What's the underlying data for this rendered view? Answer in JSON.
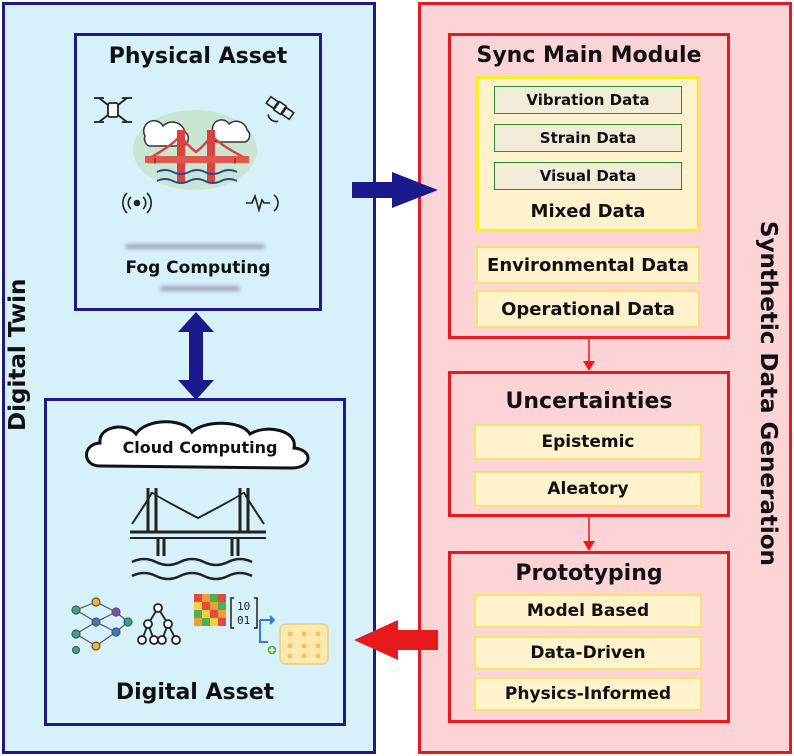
{
  "colors": {
    "blue": "#1a1a8c",
    "red": "#e8191c",
    "left_bg": "#d7f1fb",
    "right_bg": "#fcd4d8",
    "chip_bg": "#fff2cc",
    "green": "#2e8b2e"
  },
  "left": {
    "title": "Digital Twin",
    "physical": {
      "title": "Physical Asset",
      "fog": "Fog Computing",
      "icons": [
        "drone-icon",
        "satellite-icon",
        "signal-icon",
        "pulse-icon",
        "bridge-icon",
        "cloud-icon"
      ]
    },
    "digital": {
      "title": "Digital Asset",
      "cloud": "Cloud Computing",
      "icons": [
        "bridge-icon",
        "neural-network-icon",
        "tree-icon",
        "heatmap-icon",
        "binary-icon",
        "flow-icon",
        "grid-icon"
      ]
    }
  },
  "right": {
    "title": "Synthetic Data Generation",
    "sync": {
      "title": "Sync Main Module",
      "mixed": {
        "items": [
          "Vibration Data",
          "Strain Data",
          "Visual Data"
        ],
        "label": "Mixed Data"
      },
      "environmental": "Environmental Data",
      "operational": "Operational Data"
    },
    "uncertainties": {
      "title": "Uncertainties",
      "items": [
        "Epistemic",
        "Aleatory"
      ]
    },
    "prototyping": {
      "title": "Prototyping",
      "items": [
        "Model Based",
        "Data-Driven",
        "Physics-Informed"
      ]
    }
  }
}
